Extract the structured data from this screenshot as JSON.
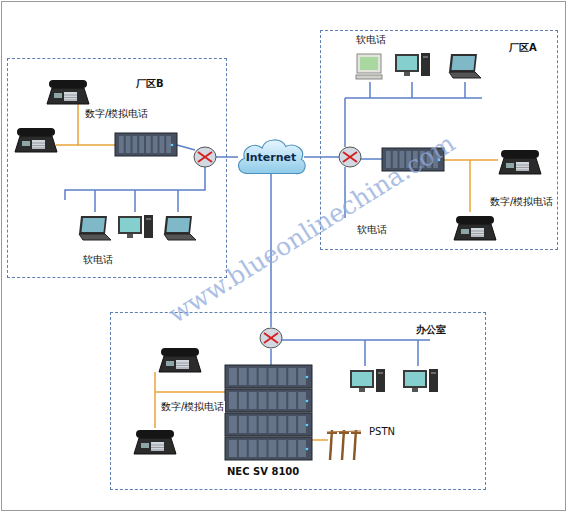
{
  "diagram": {
    "nodes": [
      {
        "text": [
          "厂区B"
        ]
      },
      {
        "text": [
          "厂区A"
        ]
      },
      {
        "text": [
          "Internet"
        ]
      },
      {
        "text": [
          "办公室"
        ]
      }
    ],
    "edges": [
      {
        "from": 2,
        "to": 0,
        "arrow": "none"
      },
      {
        "from": 2,
        "to": 1,
        "arrow": "none"
      },
      {
        "from": 2,
        "to": 3,
        "arrow": "none"
      }
    ],
    "labels": [
      "数字/模拟电话",
      "软电话",
      "软电话",
      "数字/模拟电话",
      "软电话",
      "NEC SV 8100",
      "PSTN",
      "数字/模拟电话",
      "www.blueonlinechina.com"
    ]
  }
}
